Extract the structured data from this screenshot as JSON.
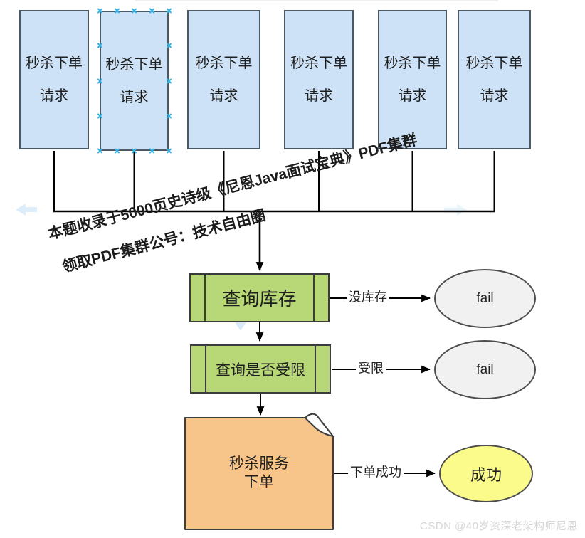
{
  "diagram": {
    "request_boxes": [
      {
        "line1": "秒杀下单",
        "line2": "请求"
      },
      {
        "line1": "秒杀下单",
        "line2": "请求"
      },
      {
        "line1": "秒杀下单",
        "line2": "请求"
      },
      {
        "line1": "秒杀下单",
        "line2": "请求"
      },
      {
        "line1": "秒杀下单",
        "line2": "请求"
      },
      {
        "line1": "秒杀下单",
        "line2": "请求"
      }
    ],
    "selected_box_index": 1,
    "process_nodes": {
      "check_stock": {
        "label": "查询库存"
      },
      "check_limit": {
        "label": "查询是否受限"
      },
      "order_service": {
        "line1": "秒杀服务",
        "line2": "下单"
      }
    },
    "terminals": {
      "fail_no_stock": {
        "label": "fail"
      },
      "fail_limited": {
        "label": "fail"
      },
      "success": {
        "label": "成功"
      }
    },
    "edge_labels": {
      "no_stock": "没库存",
      "limited": "受限",
      "order_success": "下单成功"
    },
    "watermarks": {
      "diagonal_line1": "本题收录于5000页史诗级《尼恩Java面试宝典》PDF集群",
      "diagonal_line2": "领取PDF集群公号：技术自由圈",
      "csdn": "CSDN @40岁资深老架构师尼恩"
    },
    "colors": {
      "request_fill": "#cde2f6",
      "request_border": "#4a5964",
      "process_fill": "#b8d877",
      "process_border": "#3b3b3b",
      "note_fill": "#f7c489",
      "note_border": "#3f3f3f",
      "fail_fill": "#f1f1f1",
      "success_fill": "#fbfb8b",
      "selection_handle": "#2eb3e8",
      "faint_arrow": "#d9ebf8",
      "connector": "#000000"
    }
  }
}
